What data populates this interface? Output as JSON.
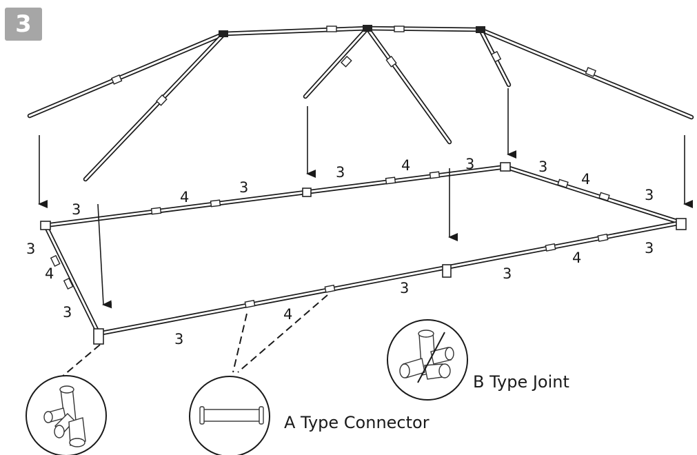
{
  "step": {
    "number": "3"
  },
  "labels": {
    "connector_a": "A Type Connector",
    "joint_b": "B Type Joint"
  },
  "segment_numbers": [
    "3",
    "4",
    "3",
    "3",
    "4",
    "3",
    "3",
    "4",
    "3",
    "3",
    "4",
    "3",
    "3",
    "4",
    "3",
    "3",
    "4",
    "3"
  ],
  "colors": {
    "line": "#1a1a1a",
    "badge": "#a6a6a6"
  }
}
